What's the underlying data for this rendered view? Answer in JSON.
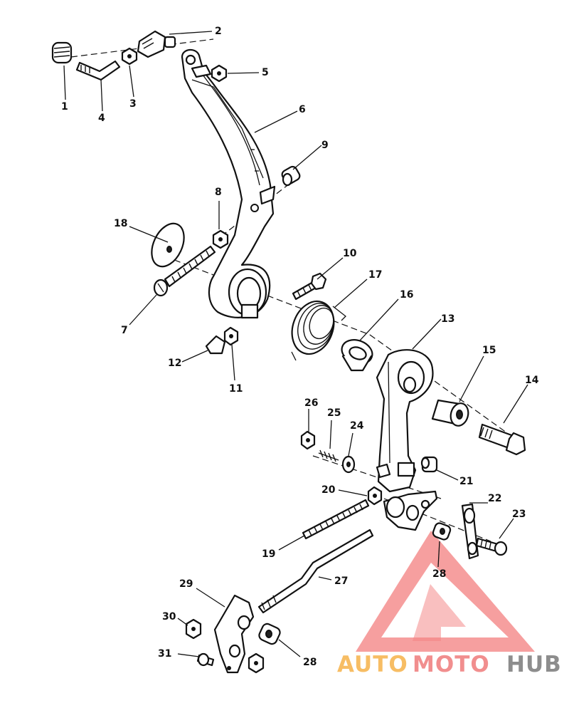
{
  "callouts": [
    "1",
    "2",
    "3",
    "4",
    "5",
    "6",
    "7",
    "8",
    "9",
    "10",
    "11",
    "12",
    "13",
    "14",
    "15",
    "16",
    "17",
    "18",
    "19",
    "20",
    "21",
    "22",
    "23",
    "24",
    "25",
    "26",
    "27",
    "28",
    "28",
    "29",
    "30",
    "31"
  ],
  "watermark": {
    "part1": "AUTO",
    "part2": "MOTO",
    "part3": "HUB",
    "colors": {
      "triangle": "#f26a6a",
      "auto": "#f6b24a",
      "moto": "#ef7b7b",
      "hub": "#7a7a7a"
    }
  }
}
